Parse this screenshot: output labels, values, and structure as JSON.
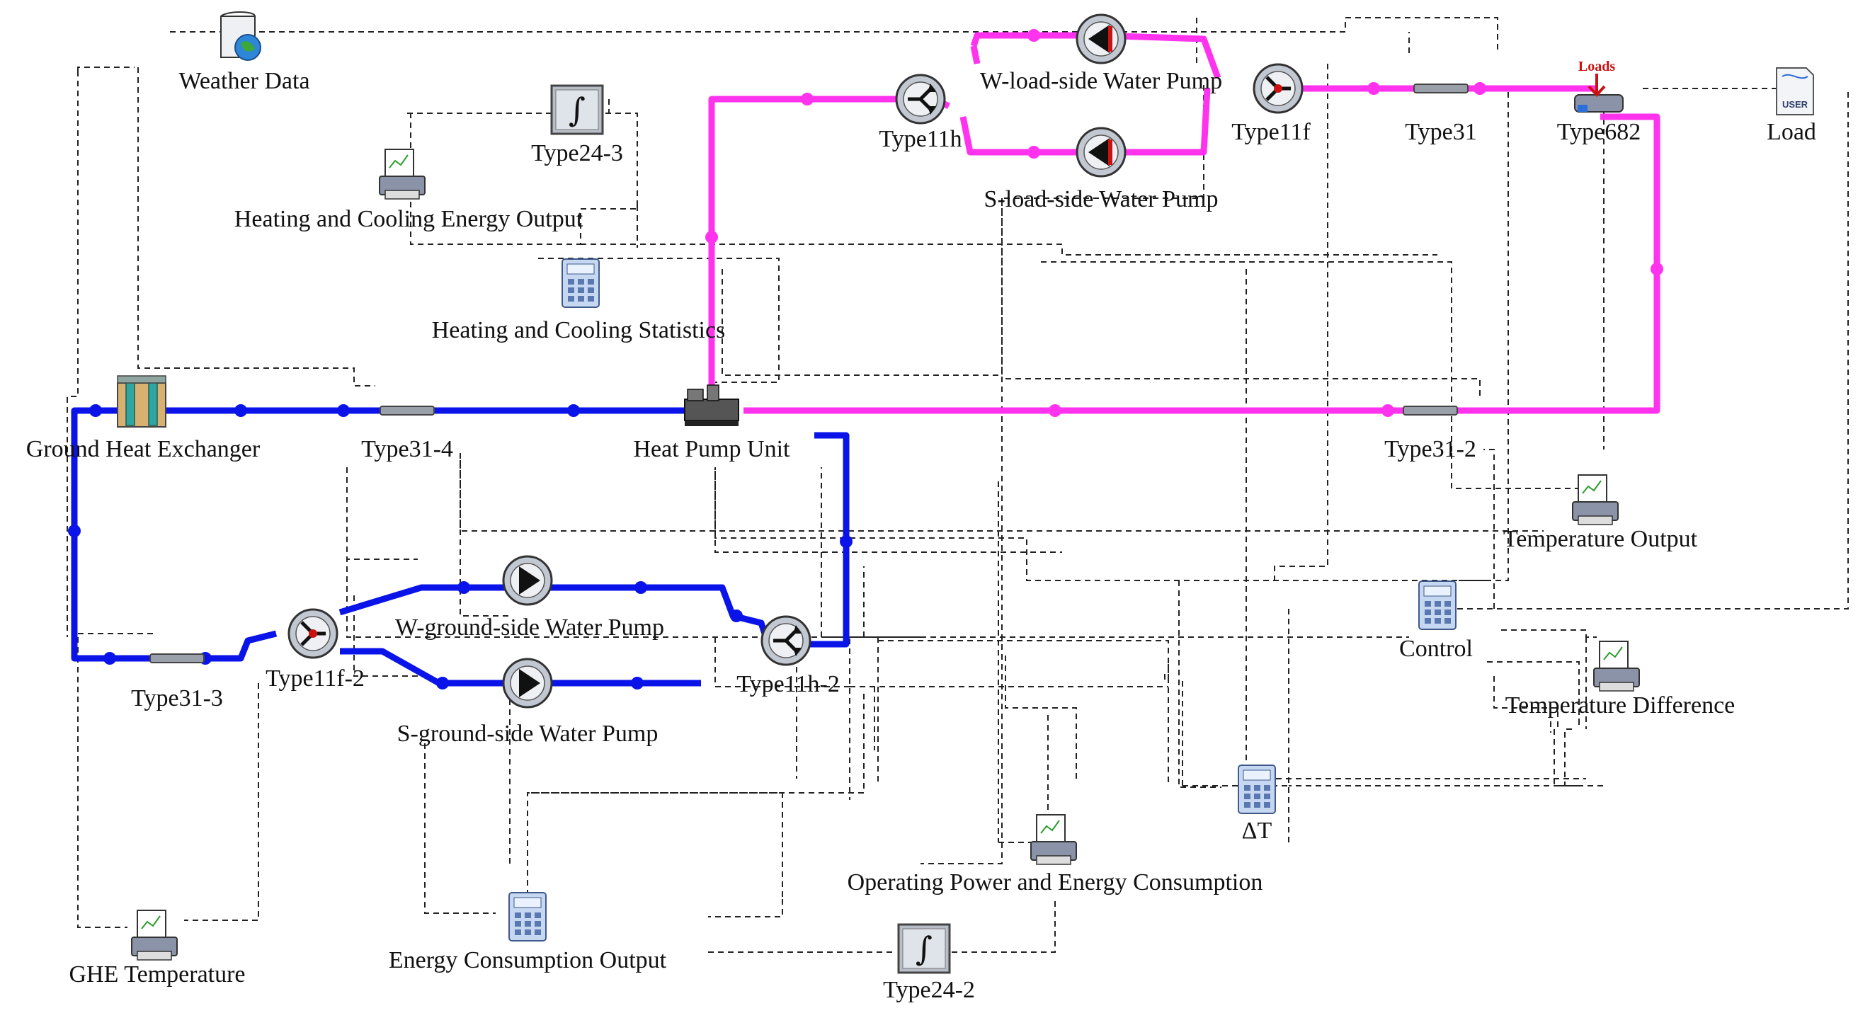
{
  "components": {
    "weather_data": "Weather Data",
    "type24_3": "Type24-3",
    "heating_cooling_energy_output": "Heating and Cooling Energy Output",
    "heating_cooling_statistics": "Heating and Cooling Statistics",
    "ground_heat_exchanger": "Ground Heat Exchanger",
    "type31_4": "Type31-4",
    "heat_pump_unit": "Heat Pump Unit",
    "type11h": "Type11h",
    "w_load_pump": "W-load-side Water Pump",
    "s_load_pump": "S-load-side Water Pump",
    "type11f": "Type11f",
    "type31": "Type31",
    "type682": "Type682",
    "loads_tag": "Loads",
    "load": "Load",
    "user_tag": "USER",
    "type31_2": "Type31-2",
    "temperature_output": "Temperature Output",
    "control": "Control",
    "temperature_difference": "Temperature Difference",
    "delta_t": "ΔT",
    "w_ground_pump": "W-ground-side Water Pump",
    "s_ground_pump": "S-ground-side Water Pump",
    "type11h_2": "Type11h-2",
    "type11f_2": "Type11f-2",
    "type31_3": "Type31-3",
    "operating_power": "Operating Power and Energy Consumption",
    "energy_consumption_output": "Energy Consumption Output",
    "type24_2": "Type24-2",
    "ghe_temperature": "GHE Temperature"
  },
  "colors": {
    "ground_loop": "#0a14e8",
    "load_loop": "#ff33ee",
    "control_line": "#222222"
  },
  "icons": {
    "weather": "globe-document-icon",
    "integrator": "integral-icon",
    "printer": "online-plotter-icon",
    "calculator": "equation-calculator-icon",
    "pump": "pump-icon",
    "diverter": "diverter-icon",
    "mixer": "mixer-icon",
    "pipe": "pipe-icon"
  }
}
